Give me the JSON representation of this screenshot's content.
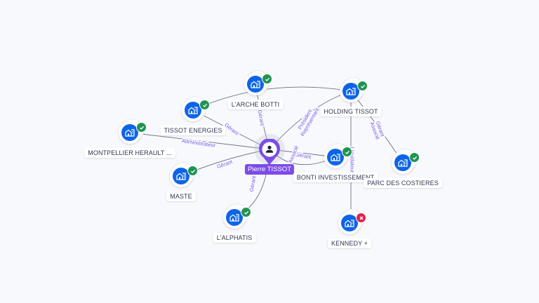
{
  "center": {
    "name": "Pierre TISSOT",
    "icon": "person-icon",
    "color": "#7b4ce8"
  },
  "nodes": [
    {
      "id": "larche",
      "label": "L'ARCHE BOTTI",
      "icon": "building-icon",
      "status": "active"
    },
    {
      "id": "tissot_energies",
      "label": "TISSOT ENERGIES",
      "icon": "building-icon",
      "status": "active"
    },
    {
      "id": "montpellier",
      "label": "MONTPELLIER HERAULT ...",
      "icon": "building-icon",
      "status": "active"
    },
    {
      "id": "maste",
      "label": "MASTE",
      "icon": "building-icon",
      "status": "active"
    },
    {
      "id": "alphatis",
      "label": "L'ALPHATIS",
      "icon": "building-icon",
      "status": "active"
    },
    {
      "id": "holding",
      "label": "HOLDING TISSOT",
      "icon": "building-icon",
      "status": "active"
    },
    {
      "id": "bonti",
      "label": "BONTI INVESTISSEMENT",
      "icon": "building-icon",
      "status": "active"
    },
    {
      "id": "parc",
      "label": "PARC DES COSTIERES",
      "icon": "building-icon",
      "status": "active"
    },
    {
      "id": "kennedy",
      "label": "KENNEDY +",
      "icon": "building-icon",
      "status": "closed"
    }
  ],
  "edges": [
    {
      "from": "center",
      "to": "larche",
      "label": "Gérant"
    },
    {
      "from": "center",
      "to": "tissot_energies",
      "label": "Gérant"
    },
    {
      "from": "center",
      "to": "montpellier",
      "label": "Administrateur"
    },
    {
      "from": "center",
      "to": "maste",
      "label": "Gérant"
    },
    {
      "from": "center",
      "to": "alphatis",
      "label": "Gérant"
    },
    {
      "from": "center",
      "to": "holding",
      "label": "Président Représentant"
    },
    {
      "from": "center",
      "to": "bonti",
      "label": "Gérant"
    },
    {
      "from": "center",
      "to": "bonti",
      "label": "Associé"
    },
    {
      "from": "holding",
      "to": "parc",
      "label": "Gérant Associé"
    },
    {
      "from": "holding",
      "to": "kennedy",
      "label": "Liquidateur"
    },
    {
      "from": "tissot_energies",
      "to": "holding",
      "label": ""
    }
  ],
  "colors": {
    "node": "#0e64e8",
    "active_badge": "#1f9451",
    "closed_badge": "#e0244d",
    "edge": "#6b7184",
    "edge_label": "#7b5ce8"
  }
}
